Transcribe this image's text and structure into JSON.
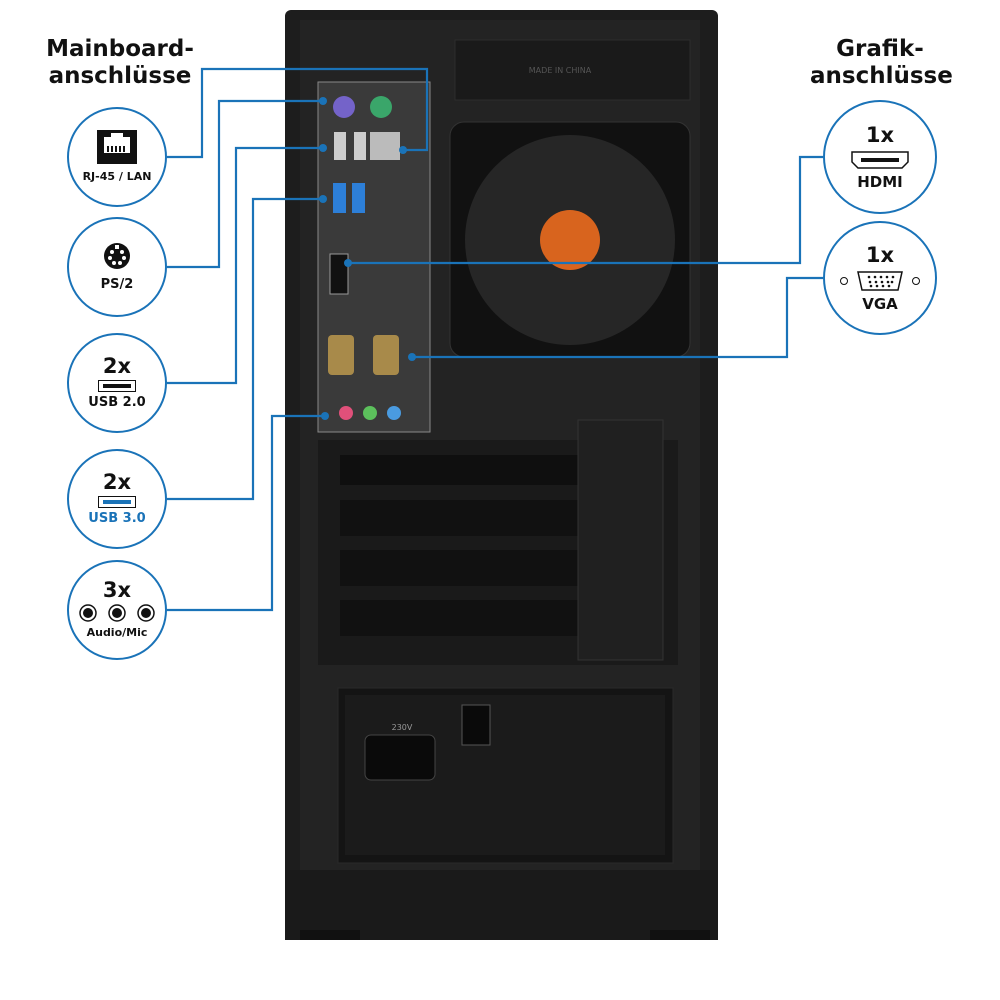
{
  "headings": {
    "left": "Mainboard-\nanschlüsse",
    "left_1": "Mainboard-",
    "left_2": "anschlüsse",
    "right_1": "Grafik-",
    "right_2": "anschlüsse"
  },
  "left_ports": [
    {
      "label": "RJ-45 / LAN",
      "icon": "ethernet-icon"
    },
    {
      "label": "PS/2",
      "icon": "ps2-icon"
    },
    {
      "count": "2x",
      "label": "USB 2.0",
      "icon": "usb-icon"
    },
    {
      "count": "2x",
      "label": "USB 3.0",
      "icon": "usb3-icon"
    },
    {
      "count": "3x",
      "label": "Audio/Mic",
      "icon": "audio-jack-icon"
    }
  ],
  "right_ports": [
    {
      "count": "1x",
      "label": "HDMI",
      "icon": "hdmi-icon"
    },
    {
      "count": "1x",
      "label": "VGA",
      "icon": "vga-icon"
    }
  ],
  "case_print": {
    "made_in": "MADE IN CHINA",
    "voltage": "230V"
  },
  "colors": {
    "accent": "#1a73b8",
    "case": "#1c1c1c"
  }
}
